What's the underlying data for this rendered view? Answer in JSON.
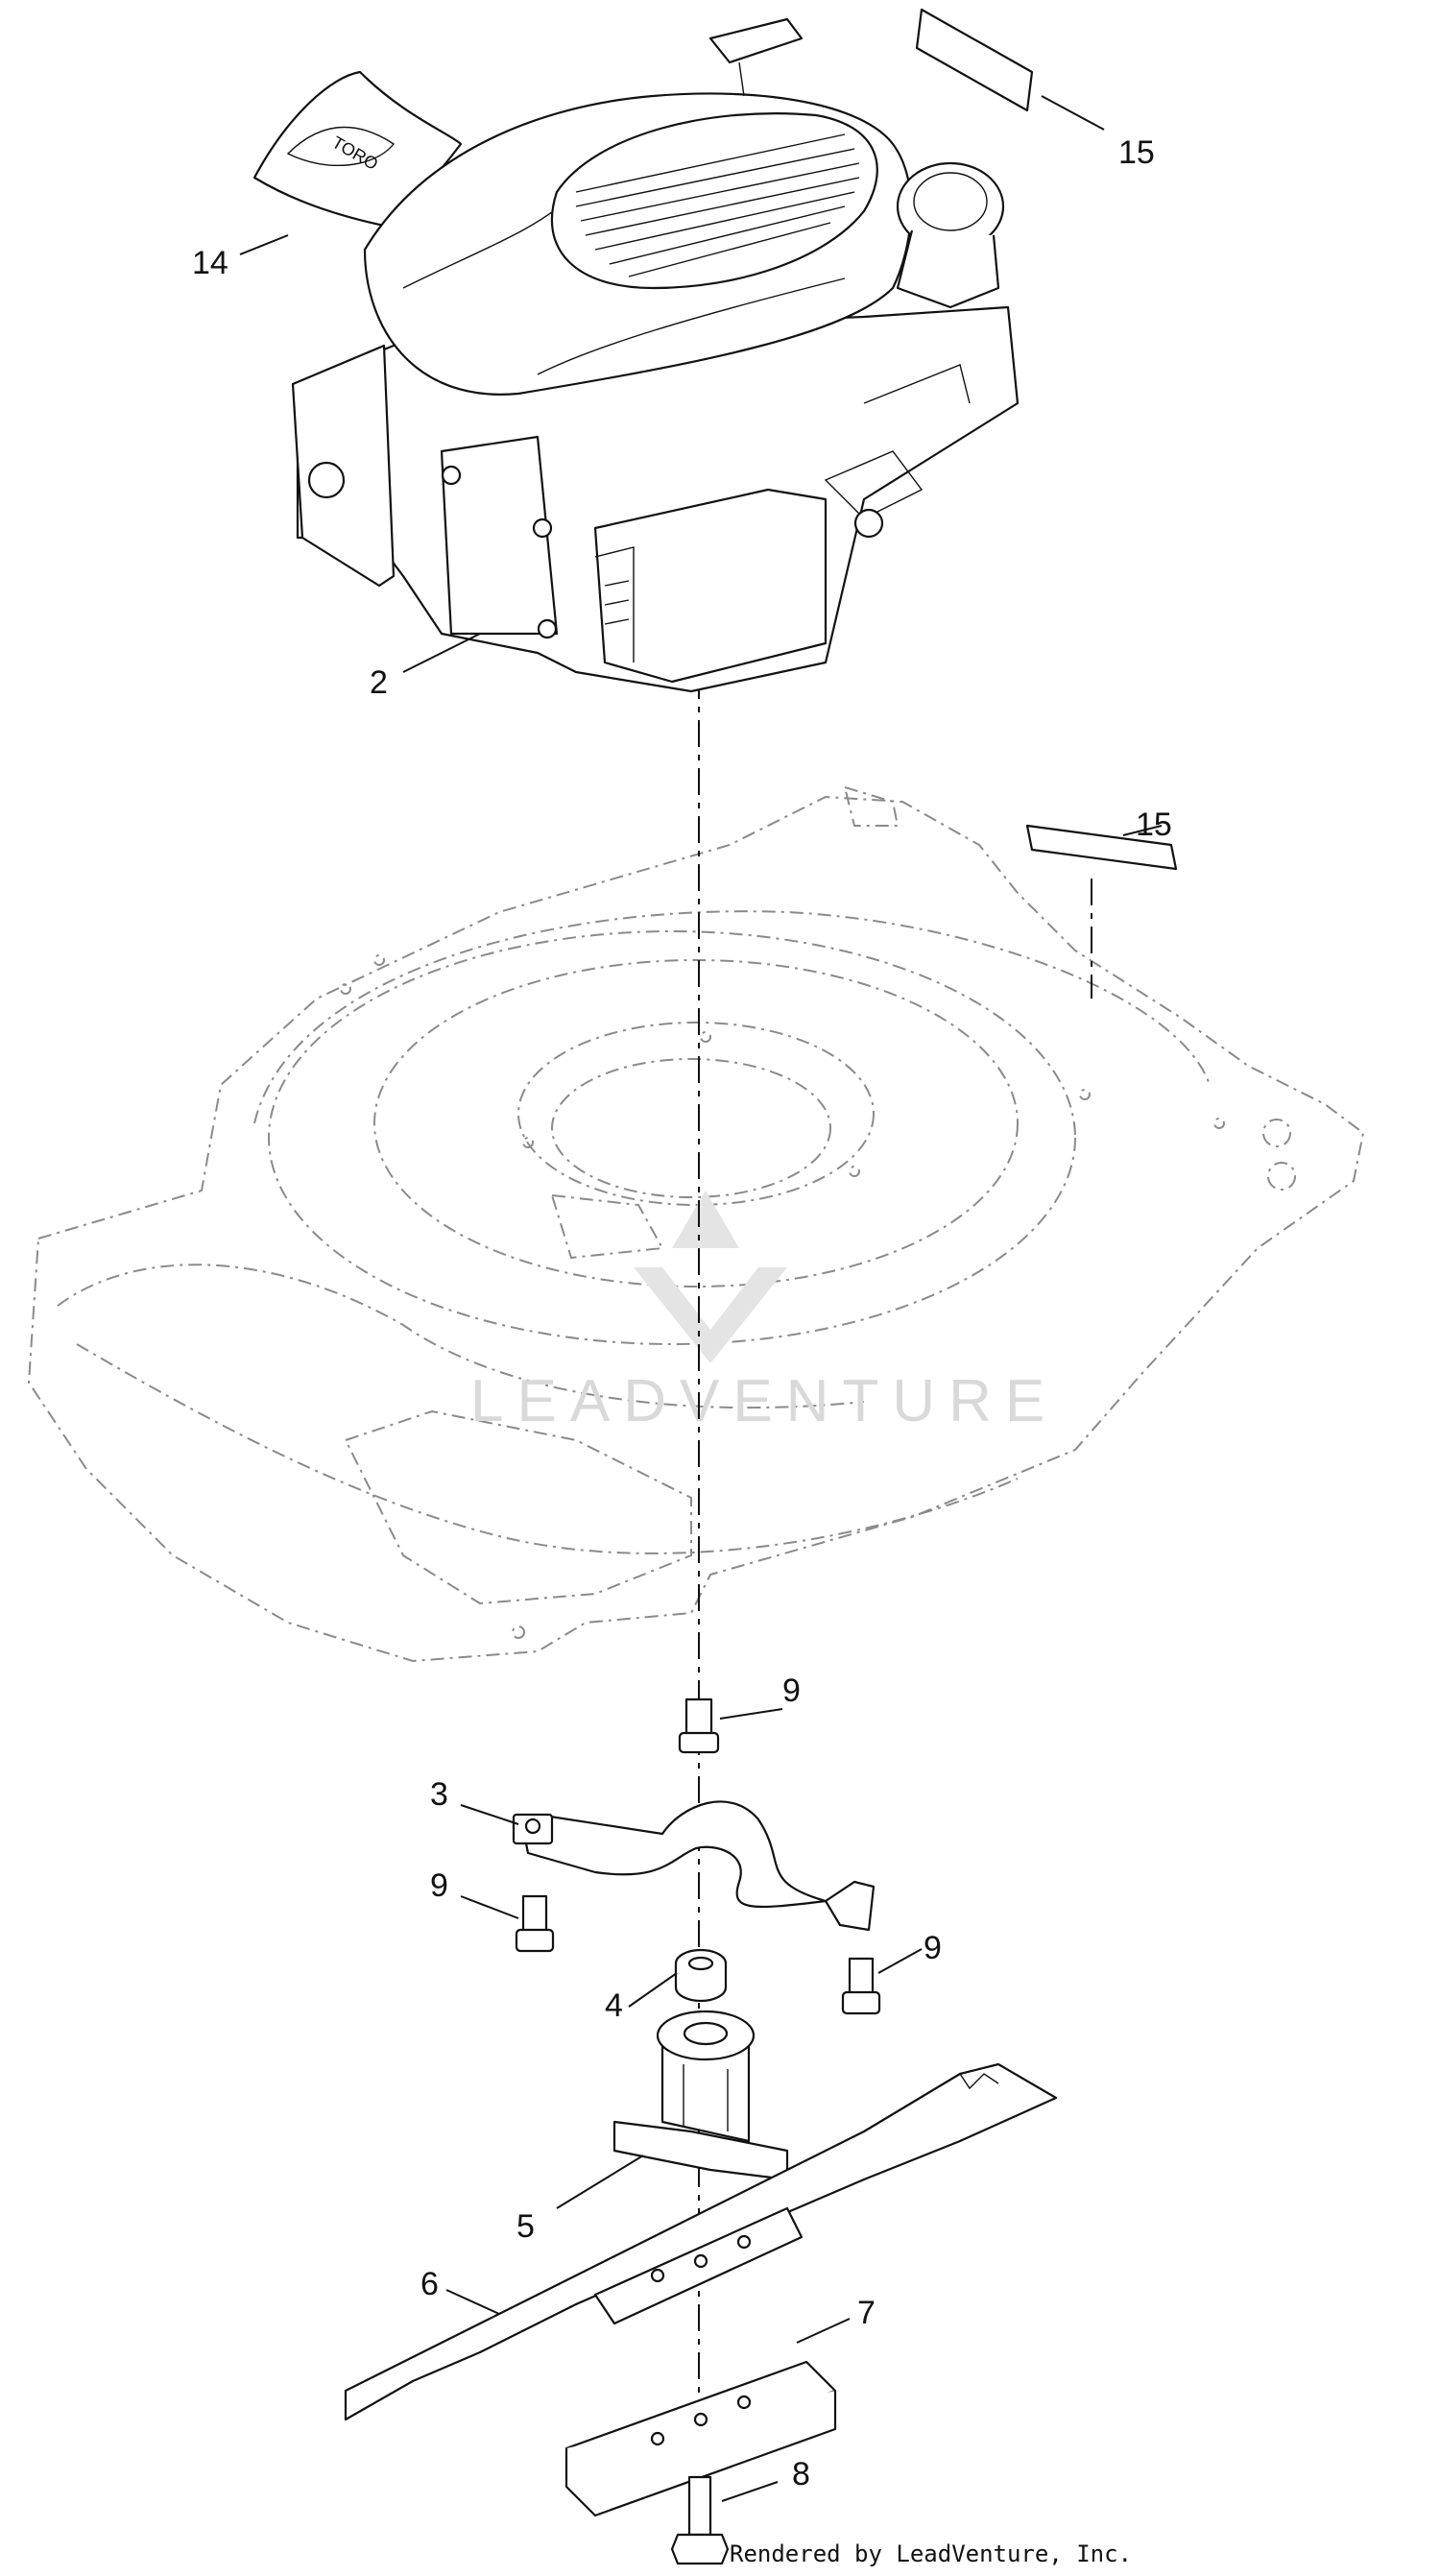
{
  "diagram": {
    "callouts": [
      {
        "id": "c14",
        "label": "14"
      },
      {
        "id": "c15a",
        "label": "15"
      },
      {
        "id": "c2",
        "label": "2"
      },
      {
        "id": "c15b",
        "label": "15"
      },
      {
        "id": "c9a",
        "label": "9"
      },
      {
        "id": "c3",
        "label": "3"
      },
      {
        "id": "c9b",
        "label": "9"
      },
      {
        "id": "c9c",
        "label": "9"
      },
      {
        "id": "c4",
        "label": "4"
      },
      {
        "id": "c5",
        "label": "5"
      },
      {
        "id": "c6",
        "label": "6"
      },
      {
        "id": "c7",
        "label": "7"
      },
      {
        "id": "c8",
        "label": "8"
      }
    ],
    "watermark": "LEADVENTURE",
    "credit": "Rendered by LeadVenture, Inc."
  }
}
